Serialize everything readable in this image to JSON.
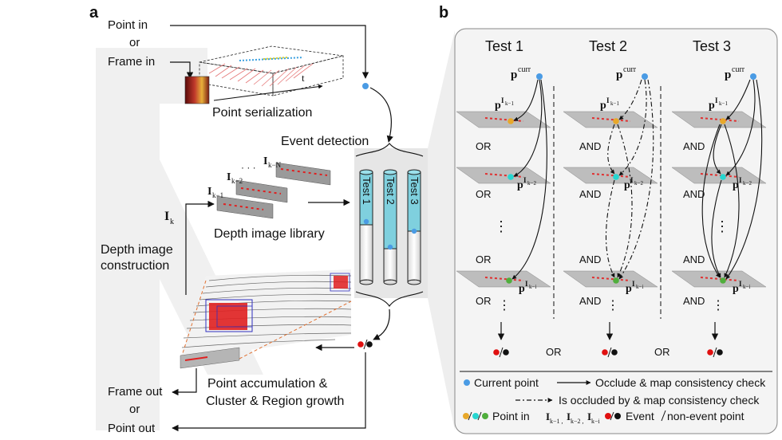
{
  "panel_a": {
    "label": "a",
    "input": {
      "line1": "Point in",
      "line2": "or",
      "line3": "Frame in"
    },
    "serialization": {
      "label": "Point serialization",
      "axis": "t"
    },
    "event_detection": "Event detection",
    "library": {
      "label": "Depth image library",
      "frames": [
        "I",
        "I",
        "I"
      ],
      "frame_subs": [
        "k−1",
        "k−2",
        "k−N"
      ],
      "dots": "·  ·  ·",
      "ik": "I",
      "ik_sub": "k"
    },
    "depth_construction": {
      "line1": "Depth image",
      "line2": "construction"
    },
    "tests": [
      "Test 1",
      "Test 2",
      "Test 3"
    ],
    "accumulation": {
      "line1": "Point accumulation &",
      "line2": "Cluster & Region growth"
    },
    "output": {
      "line1": "Frame out",
      "line2": "or",
      "line3": "Point out"
    }
  },
  "panel_b": {
    "label": "b",
    "columns": [
      {
        "title": "Test 1",
        "ops": [
          "OR",
          "OR",
          "OR",
          "OR"
        ]
      },
      {
        "title": "Test 2",
        "ops": [
          "AND",
          "AND",
          "AND",
          "AND"
        ]
      },
      {
        "title": "Test 3",
        "ops": [
          "AND",
          "AND",
          "AND",
          "AND"
        ]
      }
    ],
    "pcurr": "p",
    "pcurr_sup": "curr",
    "p_label": "p",
    "p_sups": [
      "I",
      "I",
      "I"
    ],
    "p_subs": [
      "k−1",
      "k−2",
      "k−i"
    ],
    "dots": "⋮",
    "between": [
      "OR",
      "OR"
    ],
    "legend": {
      "current_point": "Current point",
      "occlude": "Occlude & map consistency check",
      "occluded_by": "Is occluded by & map consistency check",
      "point_in_prefix": "Point in",
      "point_in_items": [
        "I",
        "I",
        "I"
      ],
      "point_in_subs": [
        "k−1 ,",
        "k−2 ,",
        "k−i"
      ],
      "event": "Event",
      "nonevent": "non-event point"
    }
  },
  "colors": {
    "blue": "#4a9be4",
    "orange": "#e8a82a",
    "cyan": "#27d6d0",
    "green": "#4fae3c",
    "red": "#e01010",
    "test_fill": "#7fd0de",
    "panel_bg": "#f4f4f4"
  }
}
